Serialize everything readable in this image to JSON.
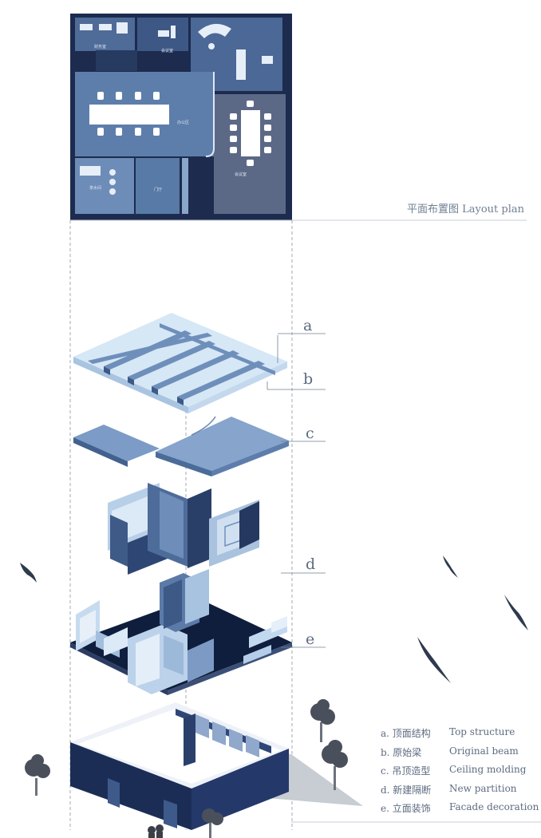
{
  "plan_caption": "平面布置图  Layout plan",
  "layers": [
    "a",
    "b",
    "c",
    "d",
    "e"
  ],
  "plan_room_labels": [
    "财务室",
    "会议室",
    "办公区",
    "会议室",
    "茶水间",
    "门厅"
  ],
  "legend": [
    {
      "zh": "a. 顶面结构",
      "en": "Top structure"
    },
    {
      "zh": "b. 原始梁",
      "en": "Original beam"
    },
    {
      "zh": "c. 吊顶造型",
      "en": "Ceiling molding"
    },
    {
      "zh": "d. 新建隔断",
      "en": "New partition"
    },
    {
      "zh": "e. 立面装饰",
      "en": "Facade decoration"
    }
  ],
  "colors": {
    "navy": "#1d2f55",
    "blue": "#5c7aa3",
    "light": "#c9dff2",
    "gray": "#6b7487",
    "text": "#5d6b80"
  }
}
